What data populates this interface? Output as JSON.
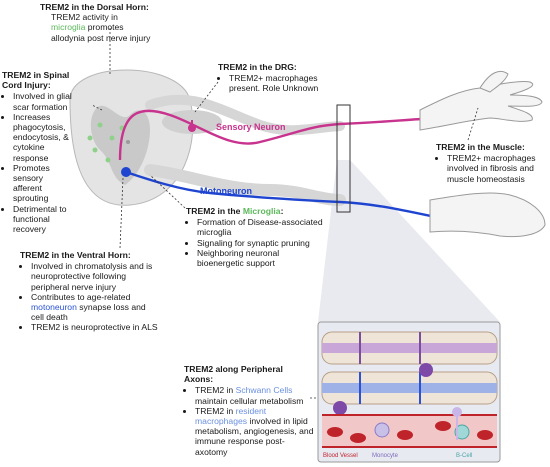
{
  "labels": {
    "sensory_neuron": "Sensory Neuron",
    "motoneuron": "Motoneuron",
    "blood_vessel": "Blood Vessel",
    "monocyte": "Monocyte",
    "b_cell": "B-Cell"
  },
  "dorsal_horn": {
    "title": "TREM2 in the Dorsal Horn:",
    "line1": "TREM2 activity in",
    "cell": "microglia",
    "line2_tail": " promotes",
    "line3": "allodynia post nerve injury"
  },
  "drg": {
    "title": "TREM2 in the DRG:",
    "items": [
      "TREM2+ macrophages present. Role Unknown"
    ]
  },
  "spinal_injury": {
    "title": "TREM2 in Spinal Cord Injury:",
    "items": [
      "Involved in glial scar formation",
      "Increases phagocytosis, endocytosis, & cytokine response",
      "Promotes sensory afferent sprouting",
      "Detrimental to functional recovery"
    ]
  },
  "muscle": {
    "title": "TREM2 in the Muscle:",
    "items": [
      "TREM2+ macrophages involved in fibrosis and muscle homeostasis"
    ]
  },
  "microglia": {
    "title_prefix": "TREM2 in the ",
    "title_cell": "Microglia",
    "title_suffix": ":",
    "items": [
      "Formation of Disease-associated microglia",
      "Signaling for synaptic pruning",
      "Neighboring neuronal bioenergetic support"
    ]
  },
  "ventral_horn": {
    "title": "TREM2 in the Ventral Horn:",
    "item1": "Involved in chromatolysis and is neuroprotective following peripheral nerve injury",
    "item2_pre": "Contributes to age-related ",
    "item2_cell": "motoneuron",
    "item2_post": " synapse loss and cell death",
    "item3": "TREM2 is neuroprotective in ALS"
  },
  "axons": {
    "title": "TREM2 along Peripheral Axons:",
    "item1_pre": "TREM2 in ",
    "item1_cell": "Schwann Cells",
    "item1_post": " maintain cellular metabolism",
    "item2_pre": "TREM2 in ",
    "item2_cell": "resident macrophages",
    "item2_post": " involved in lipid metabolism, angiogenesis, and immune response post-axotomy"
  },
  "colors": {
    "sensory": "#c8338e",
    "motor": "#1f45d0",
    "microglia_green": "#5cb85c",
    "vessel_red": "#c0242b",
    "inset_bg": "#d9dce6"
  }
}
